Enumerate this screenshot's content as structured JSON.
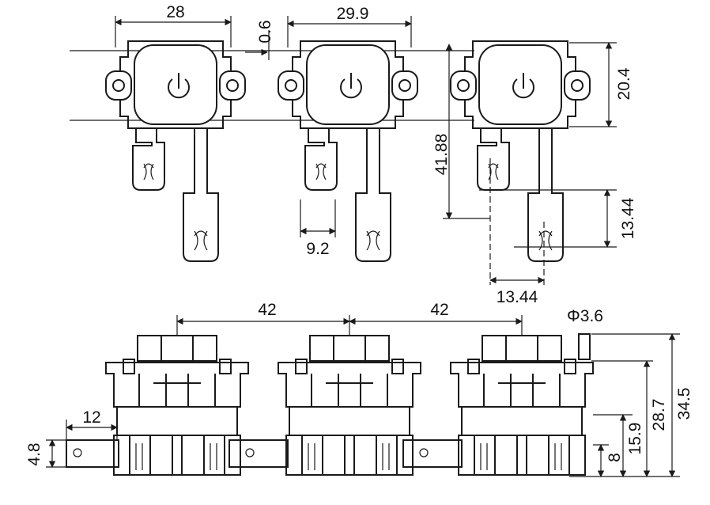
{
  "dimensions": {
    "top_pitch_width": "28",
    "gap": "0.6",
    "body_width": "29.9",
    "body_height": "20.4",
    "terminal_depth": "41.88",
    "terminal_offset_v": "13.44",
    "terminal_offset_h": "13.44",
    "terminal_gap": "9.2",
    "pitch_left": "42",
    "pitch_right": "42",
    "pin_diameter": "Φ3.6",
    "total_height": "34.5",
    "upper_height": "28.7",
    "mid_height": "15.9",
    "base_height": "8",
    "tab_length": "12",
    "tab_height": "4.8"
  },
  "icons": {
    "power_symbol": "power-icon"
  }
}
